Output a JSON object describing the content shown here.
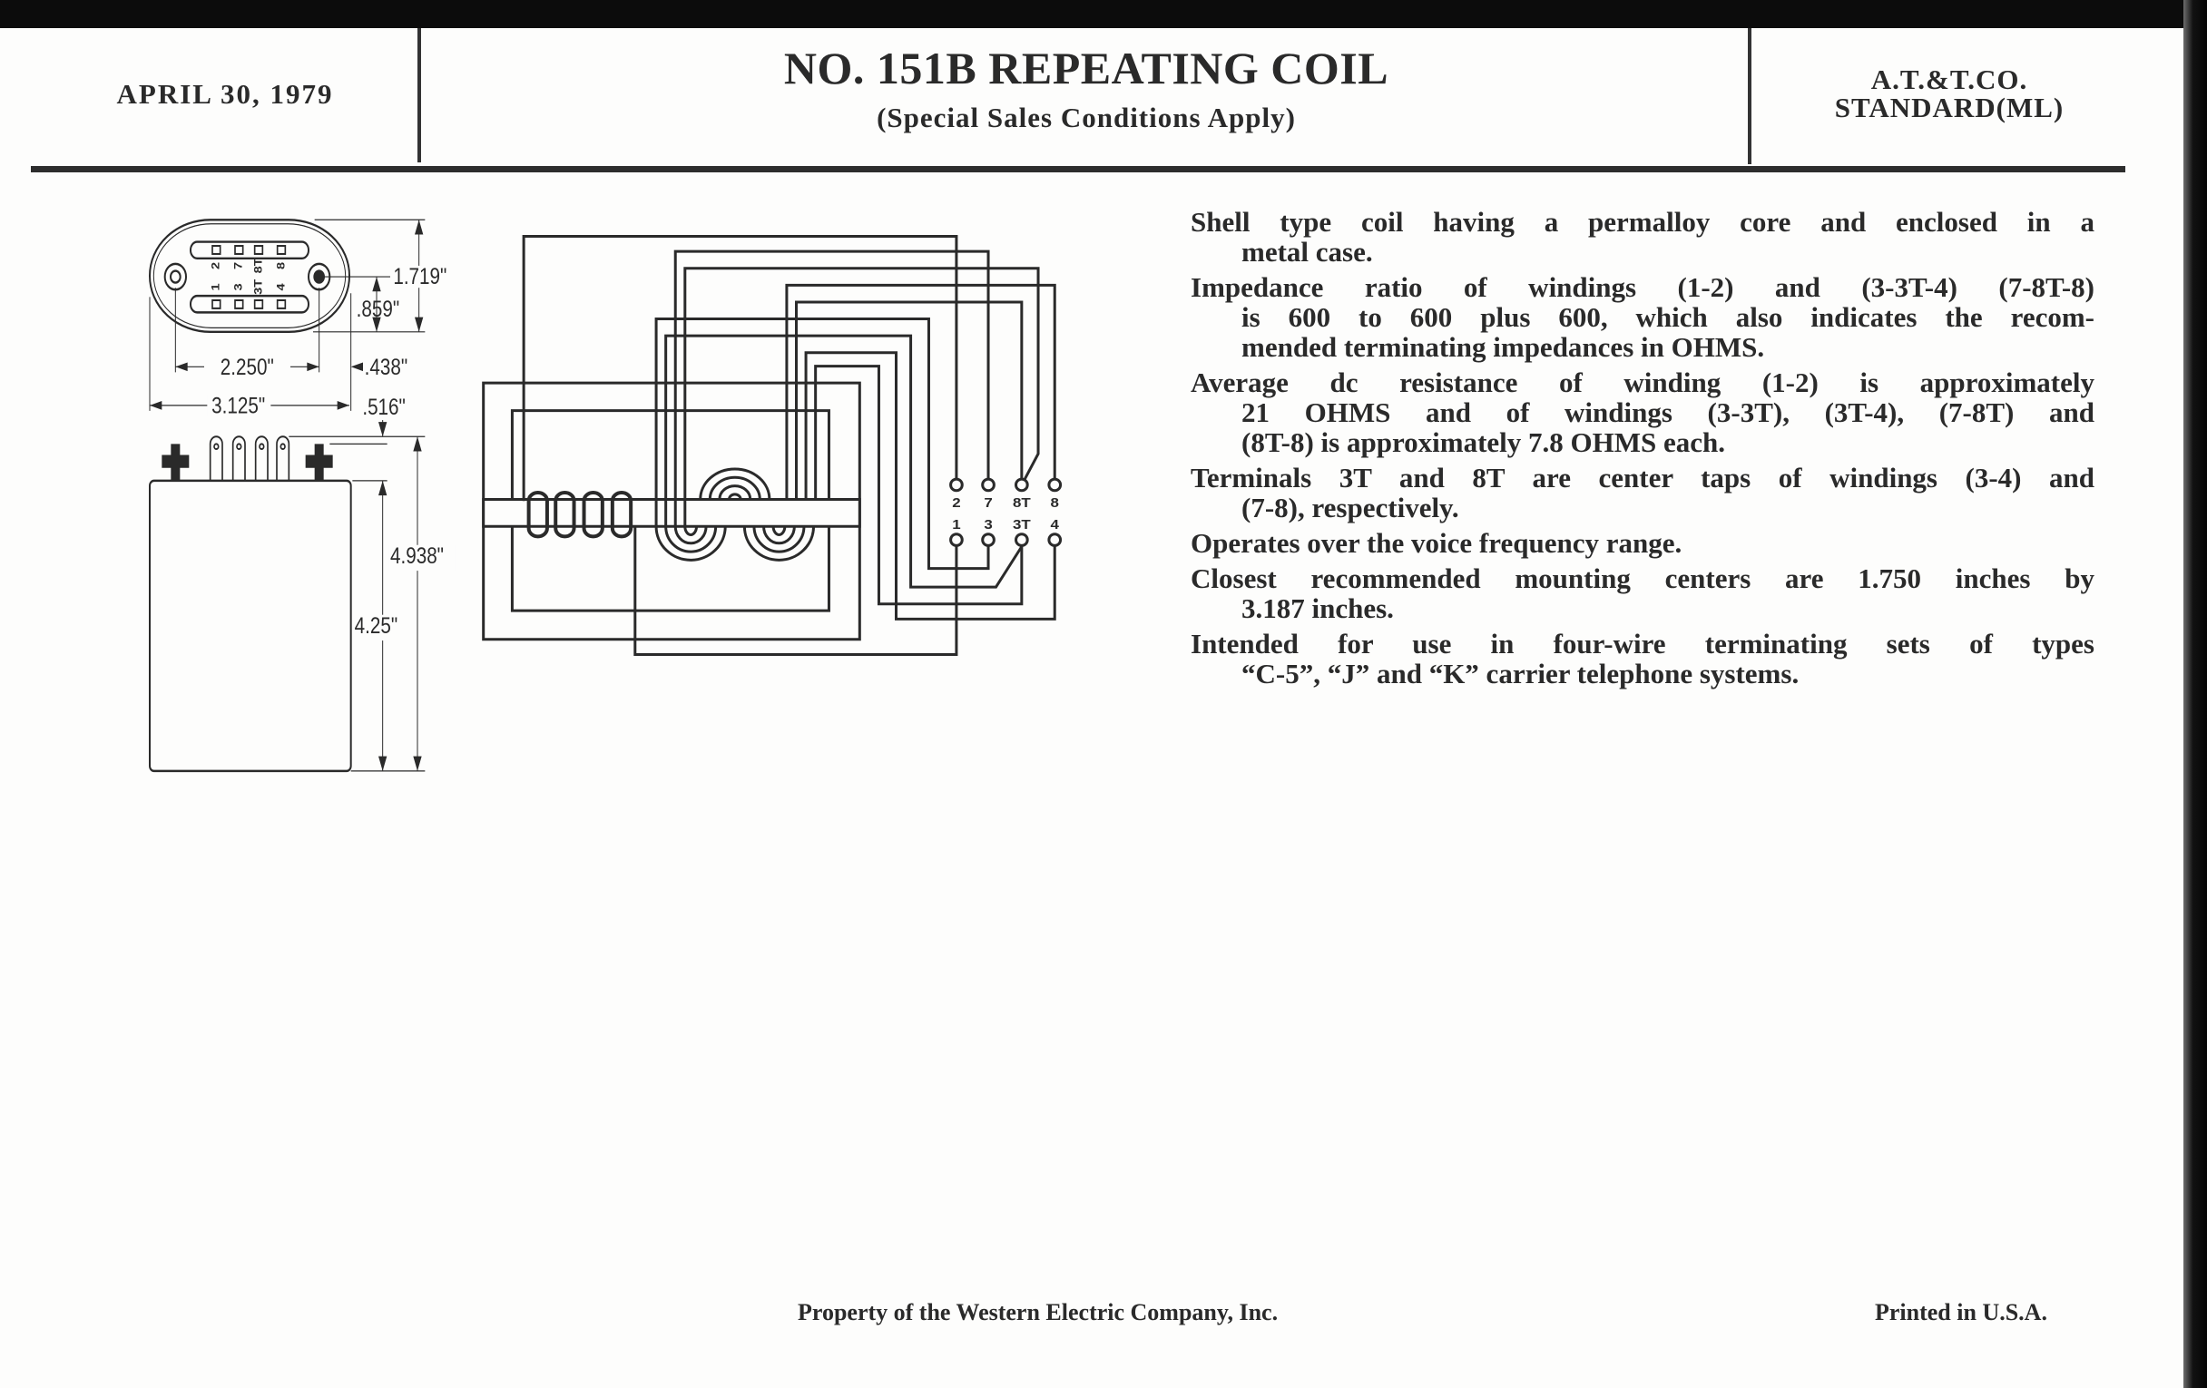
{
  "header": {
    "date": "APRIL 30, 1979",
    "title": "NO. 151B REPEATING COIL",
    "subtitle": "(Special Sales Conditions Apply)",
    "standard_line1": "A.T.&T.CO.",
    "standard_line2": "STANDARD(ML)"
  },
  "outline_drawing": {
    "terminal_labels_top": [
      "2",
      "7",
      "8T",
      "8"
    ],
    "terminal_labels_bottom": [
      "1",
      "3",
      "3T",
      "4"
    ],
    "dimensions": {
      "height_oval": "1.719\"",
      "half_height": ".859\"",
      "mount_spacing": "2.250\"",
      "edge_offset": ".438\"",
      "overall_width": "3.125\"",
      "terminal_height": ".516\"",
      "overall_height": "4.938\"",
      "case_height": "4.25\""
    }
  },
  "schematic": {
    "terminals_top": [
      "2",
      "7",
      "8T",
      "8"
    ],
    "terminals_bottom": [
      "1",
      "3",
      "3T",
      "4"
    ]
  },
  "description": [
    {
      "lines": [
        "Shell type coil having a permalloy core and enclosed in a",
        "metal case."
      ]
    },
    {
      "lines": [
        "Impedance ratio of windings (1-2) and (3-3T-4) (7-8T-8)",
        "is 600 to 600 plus 600, which also indicates the recom-",
        "mended terminating impedances in OHMS."
      ]
    },
    {
      "lines": [
        "Average dc resistance of winding (1-2) is approximately",
        "21 OHMS and of windings (3-3T), (3T-4), (7-8T) and",
        "(8T-8) is approximately 7.8 OHMS each."
      ]
    },
    {
      "lines": [
        "Terminals 3T and 8T are center taps of windings (3-4) and",
        "(7-8), respectively."
      ]
    },
    {
      "lines": [
        "Operates over the voice frequency range."
      ]
    },
    {
      "lines": [
        "Closest recommended mounting centers are 1.750 inches by",
        "3.187 inches."
      ]
    },
    {
      "lines": [
        "Intended for use in four-wire terminating sets of types",
        "“C-5”, “J” and “K” carrier telephone systems."
      ]
    }
  ],
  "footer": {
    "property": "Property of the Western Electric Company, Inc.",
    "printed": "Printed in U.S.A."
  }
}
